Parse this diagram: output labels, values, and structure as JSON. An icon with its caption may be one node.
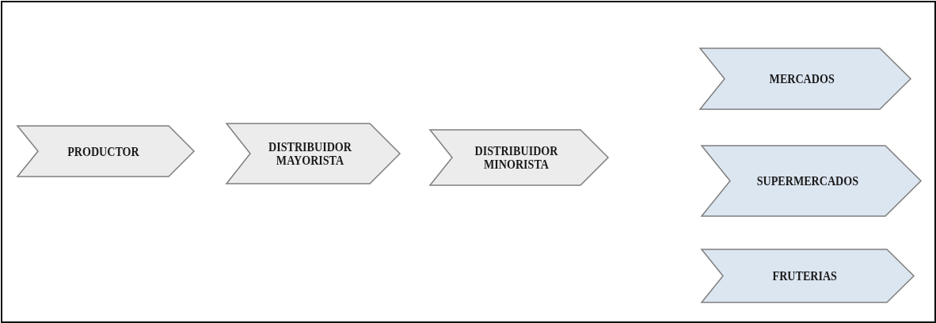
{
  "diagram": {
    "nodes": [
      {
        "text": [
          "PRODUCTOR"
        ]
      },
      {
        "text": [
          "DISTRIBUIDOR MAYORISTA"
        ]
      },
      {
        "text": [
          "DISTRIBUIDOR MINORISTA"
        ]
      },
      {
        "text": [
          "MERCADOS"
        ]
      },
      {
        "text": [
          "SUPERMERCADOS"
        ]
      },
      {
        "text": [
          "FRUTERIAS"
        ]
      }
    ]
  }
}
